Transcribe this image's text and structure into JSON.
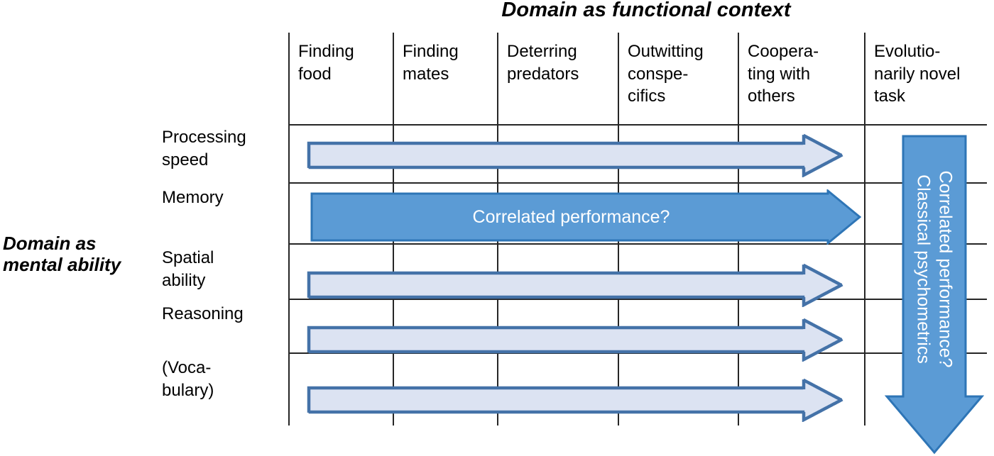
{
  "diagram": {
    "top_title": "Domain as functional context",
    "left_title": "Domain as\nmental\nability",
    "columns": [
      {
        "label": "Finding\nfood"
      },
      {
        "label": "Finding\nmates"
      },
      {
        "label": "Deterring\npredators"
      },
      {
        "label": "Outwitting\nconspe-\ncifics"
      },
      {
        "label": "Coopera-\nting with\nothers"
      },
      {
        "label": "Evolutio-\nnarily novel\ntask"
      }
    ],
    "rows": [
      {
        "label": "Processing\nspeed"
      },
      {
        "label": "Memory"
      },
      {
        "label": "Spatial\nability"
      },
      {
        "label": "Reasoning"
      },
      {
        "label": "(Voca-\nbulary)"
      }
    ],
    "horizontal_arrow": {
      "caption": "Correlated performance?",
      "fill": "#5b9bd5",
      "stroke": "#2e75b6"
    },
    "dotted_arrows": {
      "count": 4,
      "fill": "#dce3f2",
      "stroke": "#4472a8",
      "rows": [
        "Processing speed",
        "Spatial ability",
        "Reasoning",
        "(Vocabulary)"
      ]
    },
    "vertical_arrow": {
      "caption_line1": "Correlated performance?",
      "caption_line2": "Classical psychometrics",
      "fill": "#5b9bd5",
      "stroke": "#2e75b6"
    },
    "grid": {
      "line_color": "#262626"
    }
  }
}
